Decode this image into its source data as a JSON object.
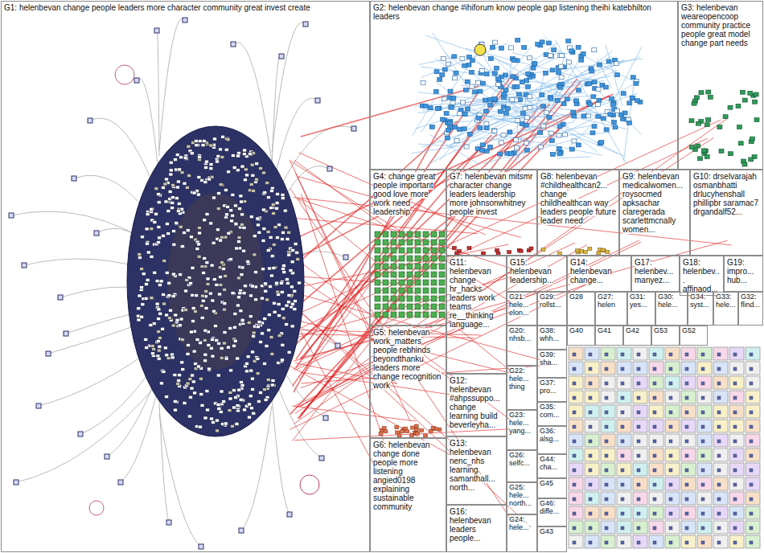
{
  "diagram": {
    "nodes": [
      {
        "text": [
          "G1: helenbevan change people leaders more character community great invest create"
        ]
      },
      {
        "text": [
          "G2: helenbevan change #ihiforum know people gap listening theihi katebhilton leaders"
        ]
      },
      {
        "text": [
          "G3: helenbevan weareopencoop community practice people great model change part needs"
        ]
      },
      {
        "text": [
          "G4: change great people important good love more work need leadership"
        ]
      },
      {
        "text": [
          "G7: helenbevan mitsmr character change leaders leadership more johnsonwhitney people invest"
        ]
      },
      {
        "text": [
          "G8: helenbevan #childhealthcan2... change childhealthcan way leaders people future leader need"
        ]
      },
      {
        "text": [
          "G9: helenbevan medicalwomen... roysocmed apksachar claregerada scarlettmcnally women..."
        ]
      },
      {
        "text": [
          "G10: drselvarajah osmanbhatti drlucyhenshall phillipbr saramac7 drgandalf52..."
        ]
      },
      {
        "text": [
          "G11: helenbevan change hr_hacks leaders work teams re__thinking language..."
        ]
      },
      {
        "text": [
          "G15: helenbevan leadership..."
        ]
      },
      {
        "text": [
          "G14: helenbevan change..."
        ]
      },
      {
        "text": [
          "G17: helenbev... manyez..."
        ]
      },
      {
        "text": [
          "G18: helenbev... affinaod..."
        ]
      },
      {
        "text": [
          "G19: impro... hub..."
        ]
      },
      {
        "text": [
          "G21: hele... elon..."
        ]
      },
      {
        "text": [
          "G29: rollst..."
        ]
      },
      {
        "text": [
          "G28"
        ]
      },
      {
        "text": [
          "G27: helen"
        ]
      },
      {
        "text": [
          "G31: yes..."
        ]
      },
      {
        "text": [
          "G30: hele..."
        ]
      },
      {
        "text": [
          "G34: syst..."
        ]
      },
      {
        "text": [
          "G33: hele..."
        ]
      },
      {
        "text": [
          "G32: flind..."
        ]
      },
      {
        "text": [
          "G5: helenbevan work_matters people rebhinds beyondthanku leaders more change recognition work"
        ]
      },
      {
        "text": [
          "G20: nhsb..."
        ]
      },
      {
        "text": [
          "G38: whh..."
        ]
      },
      {
        "text": [
          "G40"
        ]
      },
      {
        "text": [
          "G41"
        ]
      },
      {
        "text": [
          "G42"
        ]
      },
      {
        "text": [
          "G53"
        ]
      },
      {
        "text": [
          "G52"
        ]
      },
      {
        "text": [
          "G12: helenbevan #ahpssuppo... change learning build beverleyha..."
        ]
      },
      {
        "text": [
          "G22: hele... thing"
        ]
      },
      {
        "text": [
          "G39: sha..."
        ]
      },
      {
        "text": [
          "G37: pro..."
        ]
      },
      {
        "text": [
          "G35: com..."
        ]
      },
      {
        "text": [
          "G23: hele... yang..."
        ]
      },
      {
        "text": [
          "G36: alsg..."
        ]
      },
      {
        "text": [
          "G13: helenbevan nenc_nhs learning samanthall... north..."
        ]
      },
      {
        "text": [
          "G26: selfc..."
        ]
      },
      {
        "text": [
          "G44: cha..."
        ]
      },
      {
        "text": [
          "G25: hele... north..."
        ]
      },
      {
        "text": [
          "G45"
        ]
      },
      {
        "text": [
          "G46: diffe..."
        ]
      },
      {
        "text": [
          "G6: helenbevan change done people more listening angied0198 explaining sustainable community"
        ]
      },
      {
        "text": [
          "G16: helenbevan leaders people..."
        ]
      },
      {
        "text": [
          "G24: hele..."
        ]
      },
      {
        "text": [
          "G43"
        ]
      }
    ]
  }
}
